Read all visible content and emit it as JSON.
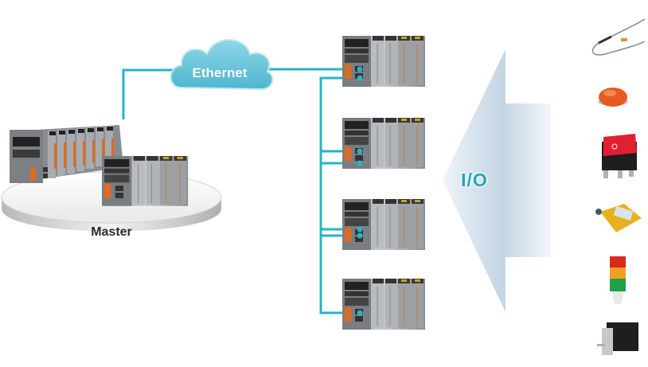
{
  "diagram": {
    "title": "Ethernet I/O network topology",
    "colors": {
      "link": "#26b5c2",
      "cloud": "#6cc6dc",
      "arrow": "#c6d6e4",
      "io_text": "#20a8b8",
      "plc_body": "#8c9094",
      "plc_orange": "#e06a20",
      "platform": "#e4e4e4"
    },
    "master": {
      "label": "Master",
      "devices": [
        "plc-rack-large",
        "plc-rack-small"
      ]
    },
    "network": {
      "label": "Ethernet",
      "icon": "cloud-icon"
    },
    "slaves": [
      {
        "name": "remote-io-unit-1",
        "ports_connected": 2
      },
      {
        "name": "remote-io-unit-2",
        "ports_connected": 2
      },
      {
        "name": "remote-io-unit-3",
        "ports_connected": 2
      },
      {
        "name": "remote-io-unit-4",
        "ports_connected": 1
      }
    ],
    "io": {
      "label": "I/O",
      "icon": "arrow-left-icon"
    },
    "field_devices": [
      {
        "name": "thermocouple-sensor",
        "icon": "thermocouple-icon"
      },
      {
        "name": "push-button",
        "icon": "push-button-icon"
      },
      {
        "name": "rocker-switch",
        "icon": "rocker-switch-icon"
      },
      {
        "name": "proximity-sensor",
        "icon": "proximity-sensor-icon"
      },
      {
        "name": "signal-tower-light",
        "icon": "signal-tower-icon"
      },
      {
        "name": "stepper-motor",
        "icon": "stepper-motor-icon"
      }
    ]
  }
}
